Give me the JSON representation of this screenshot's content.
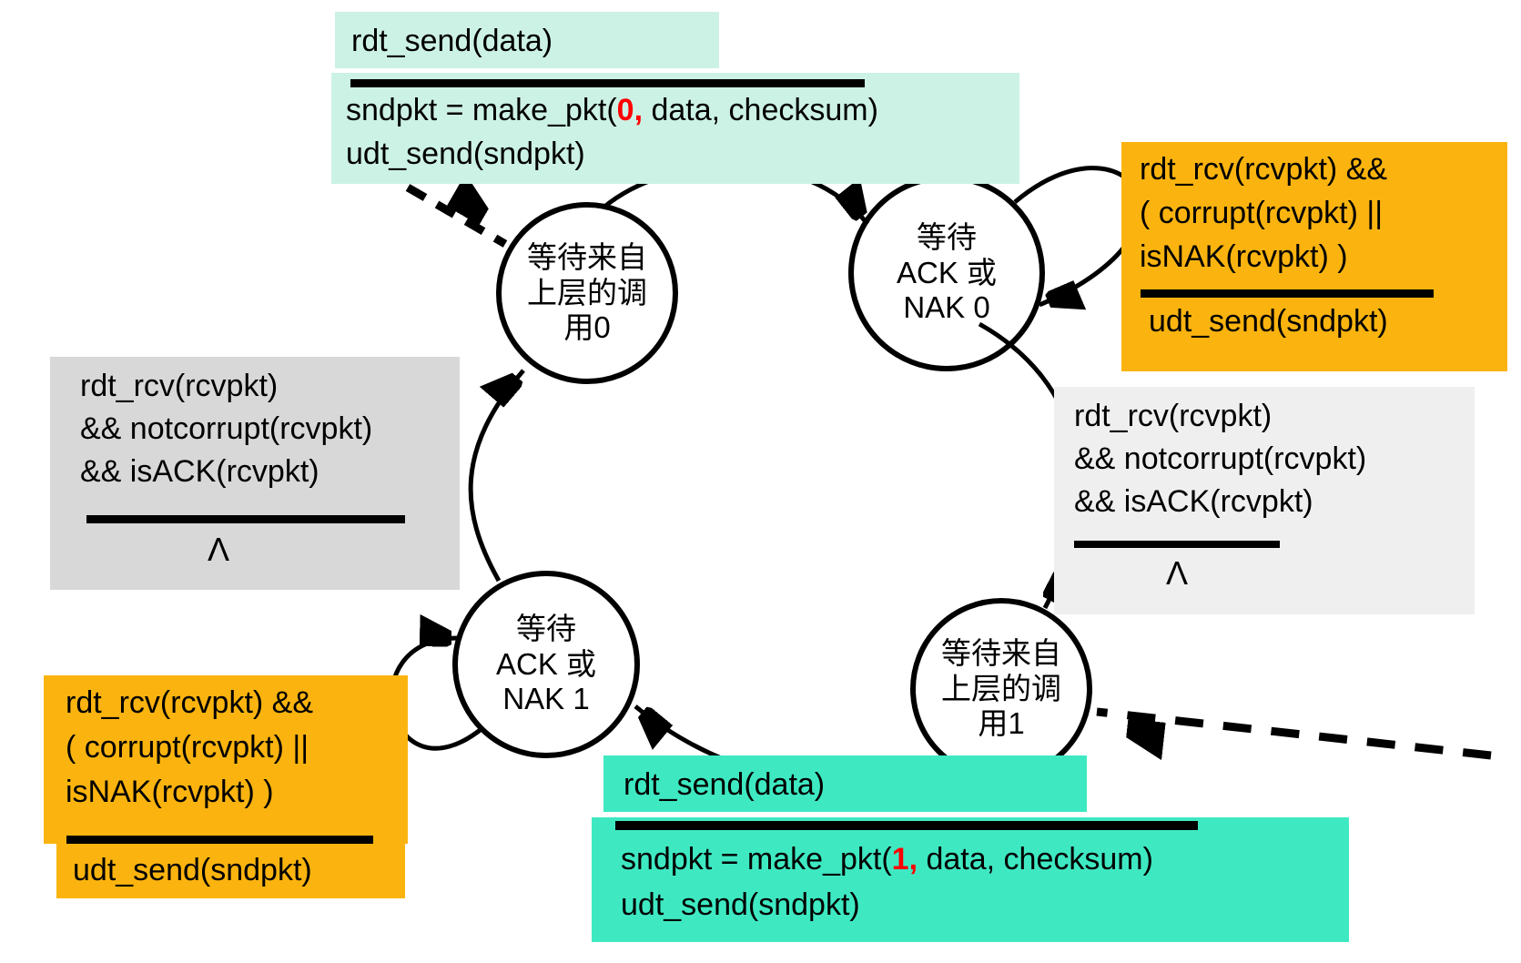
{
  "colors": {
    "mint": "#ccf2e5",
    "turquoise": "#3ee9c2",
    "orange": "#fbb40f",
    "grayDark": "#d8d8d8",
    "grayLight": "#efefef",
    "red": "#ff0000",
    "ink": "#000000"
  },
  "diagram": {
    "states": {
      "wait_call_0": {
        "lines": [
          "等待来自",
          "上层的调",
          "用0"
        ]
      },
      "wait_ack_nak_0": {
        "lines": [
          "等待",
          "ACK 或",
          "NAK 0"
        ]
      },
      "wait_ack_nak_1": {
        "lines": [
          "等待",
          "ACK 或",
          "NAK 1"
        ]
      },
      "wait_call_1": {
        "lines": [
          "等待来自",
          "上层的调",
          "用1"
        ]
      }
    },
    "transitions": {
      "send_0": {
        "event": "rdt_send(data)",
        "action_prefix": "sndpkt = make_pkt(",
        "action_seq": "0,",
        "action_suffix": " data, checksum)",
        "action_line2": "udt_send(sndpkt)"
      },
      "resend_0": {
        "condition_lines": [
          "rdt_rcv(rcvpkt) &&",
          "( corrupt(rcvpkt) ||",
          "isNAK(rcvpkt) )"
        ],
        "action": "udt_send(sndpkt)"
      },
      "recv_ack_0": {
        "condition_lines": [
          "rdt_rcv(rcvpkt)",
          "&& notcorrupt(rcvpkt)",
          "&& isACK(rcvpkt)"
        ],
        "action": "Λ"
      },
      "recv_ack_1": {
        "condition_lines": [
          "rdt_rcv(rcvpkt)",
          "&& notcorrupt(rcvpkt)",
          "&& isACK(rcvpkt)"
        ],
        "action": "Λ"
      },
      "resend_1": {
        "condition_lines": [
          "rdt_rcv(rcvpkt) &&",
          "( corrupt(rcvpkt) ||",
          "isNAK(rcvpkt) )"
        ],
        "action": "udt_send(sndpkt)"
      },
      "send_1": {
        "event": "rdt_send(data)",
        "action_prefix": "sndpkt = make_pkt(",
        "action_seq": "1,",
        "action_suffix": " data, checksum)",
        "action_line2": "udt_send(sndpkt)"
      }
    }
  }
}
